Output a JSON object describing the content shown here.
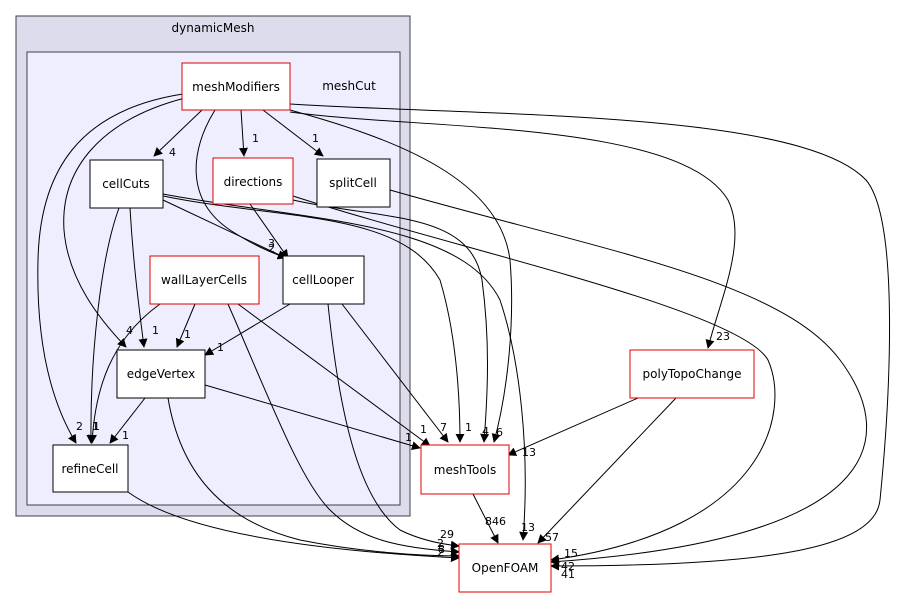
{
  "diagram": {
    "outer_cluster": {
      "label": "dynamicMesh"
    },
    "inner_cluster": {
      "label": "meshCut"
    },
    "nodes": {
      "meshModifiers": "meshModifiers",
      "cellCuts": "cellCuts",
      "directions": "directions",
      "splitCell": "splitCell",
      "wallLayerCells": "wallLayerCells",
      "cellLooper": "cellLooper",
      "edgeVertex": "edgeVertex",
      "refineCell": "refineCell",
      "polyTopoChange": "polyTopoChange",
      "meshTools": "meshTools",
      "OpenFOAM": "OpenFOAM"
    },
    "edge_labels": {
      "mm_cellCuts": "4",
      "mm_directions": "1",
      "mm_splitCell": "1",
      "mm_polyTopoChange": "23",
      "mm_OpenFOAM": "42",
      "cc_cellLooper": "3",
      "cc_edgeVertex": "1",
      "cc_OpenFOAM": "13",
      "dir_cellLooper": "2",
      "dir_meshTools": "4",
      "split_OpenFOAM": "15",
      "wlc_edgeVertex": "1",
      "wlc_refineCell": "1",
      "wlc_meshTools": "1",
      "wlc_OpenFOAM": "2",
      "loop_edgeVertex": "1",
      "loop_meshTools": "7",
      "loop_OpenFOAM": "29",
      "mm_edgeVertex": "4",
      "mm_refineCell": "2",
      "mm_meshTools": "6",
      "ev_refineCell": "1",
      "ev_meshTools": "1",
      "ev_OpenFOAM": "8",
      "cc_refineCell": "1",
      "cc_meshTools": "1",
      "refine_OpenFOAM": "2",
      "ptc_meshTools": "13",
      "ptc_OpenFOAM": "57",
      "mt_OpenFOAM": "846",
      "dir_OpenFOAM": "41"
    },
    "colors": {
      "outer_fill": "#dcdcec",
      "inner_fill": "#eeeefe",
      "cluster_border": "#404040",
      "normal_border": "#000000",
      "red_border": "#e00000",
      "edge": "#000000"
    }
  }
}
